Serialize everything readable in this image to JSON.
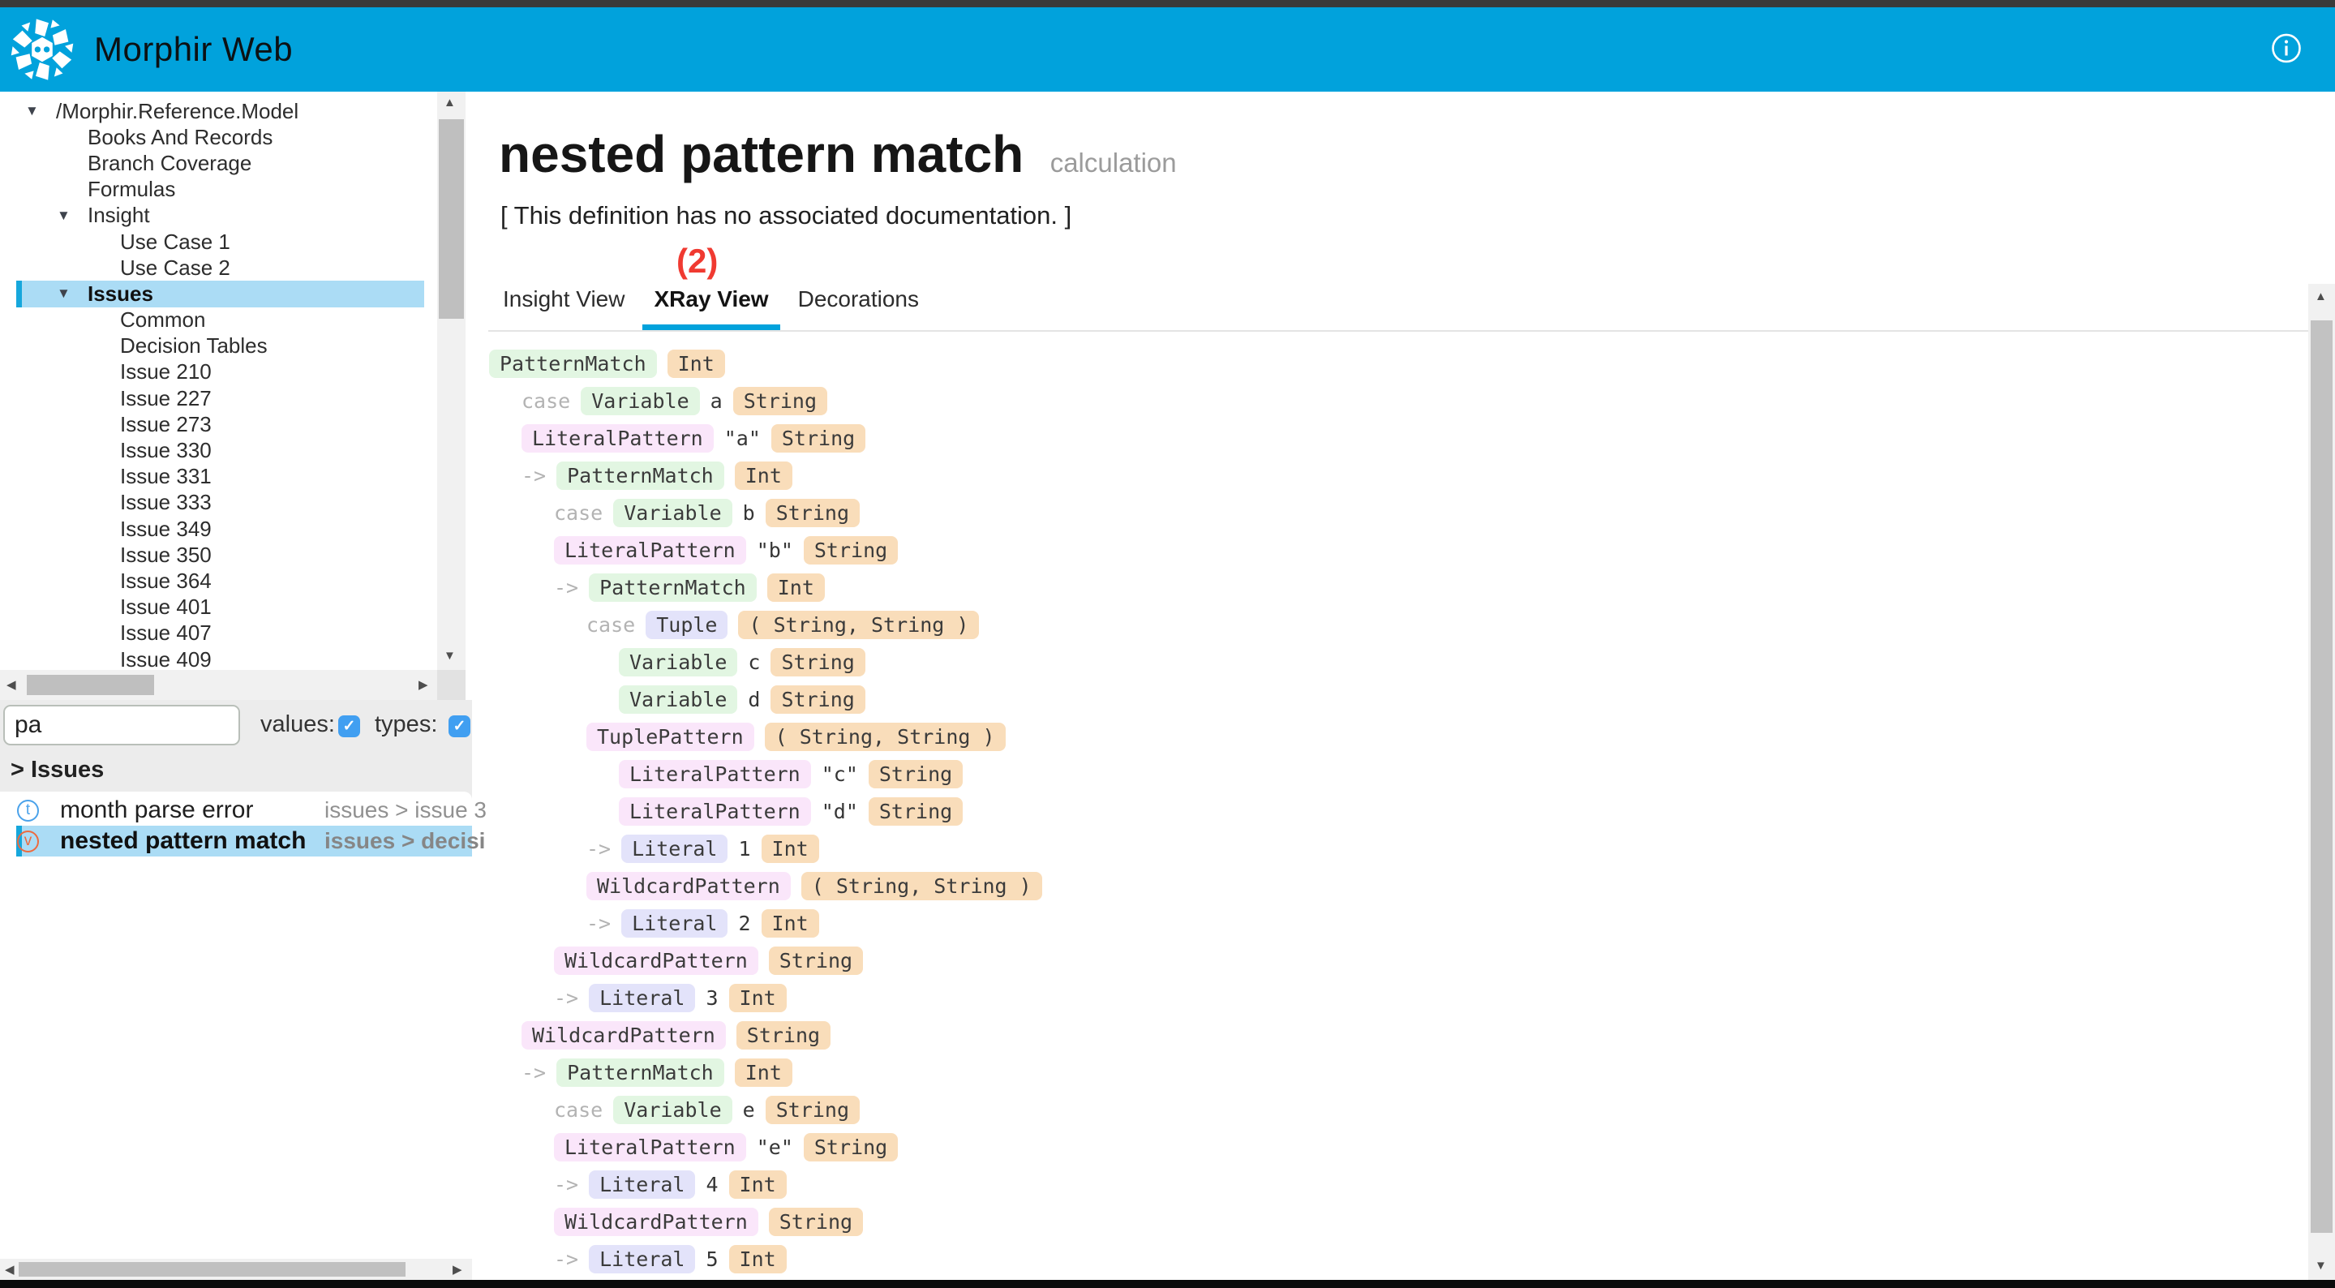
{
  "colors": {
    "header": "#01a2dc",
    "accent_underline": "#01a2dc",
    "selection_bg": "#abdcf5",
    "selection_bar": "#16a7dc",
    "checkbox_blue": "#419ff1",
    "annotation_red": "#f03a31",
    "badge_green": "#e2f6e2",
    "badge_orange": "#f9ddba",
    "badge_pink": "#fae6fa",
    "badge_purple": "#e3e3fa",
    "type_icon_blue": "#4aa2ea",
    "value_icon_orange": "#ee6a3d"
  },
  "icons": {
    "chevron_down": "▼",
    "scroll_up": "▲",
    "scroll_down": "▼",
    "scroll_left": "◀",
    "scroll_right": "▶",
    "check": "✓"
  },
  "header": {
    "app_title": "Morphir Web"
  },
  "sidebar": {
    "tree": [
      {
        "label": "/Morphir.Reference.Model",
        "pad": 31,
        "arrow": true,
        "selected": false,
        "bold": false
      },
      {
        "label": "Books And Records",
        "pad": 108,
        "arrow": false,
        "selected": false,
        "bold": false
      },
      {
        "label": "Branch Coverage",
        "pad": 108,
        "arrow": false,
        "selected": false,
        "bold": false
      },
      {
        "label": "Formulas",
        "pad": 108,
        "arrow": false,
        "selected": false,
        "bold": false
      },
      {
        "label": "Insight",
        "pad": 70,
        "arrow": true,
        "selected": false,
        "bold": false
      },
      {
        "label": "Use Case 1",
        "pad": 148,
        "arrow": false,
        "selected": false,
        "bold": false
      },
      {
        "label": "Use Case 2",
        "pad": 148,
        "arrow": false,
        "selected": false,
        "bold": false
      },
      {
        "label": "Issues",
        "pad": 70,
        "arrow": true,
        "selected": true,
        "bold": true
      },
      {
        "label": "Common",
        "pad": 148,
        "arrow": false,
        "selected": false,
        "bold": false
      },
      {
        "label": "Decision Tables",
        "pad": 148,
        "arrow": false,
        "selected": false,
        "bold": false
      },
      {
        "label": "Issue 210",
        "pad": 148,
        "arrow": false,
        "selected": false,
        "bold": false
      },
      {
        "label": "Issue 227",
        "pad": 148,
        "arrow": false,
        "selected": false,
        "bold": false
      },
      {
        "label": "Issue 273",
        "pad": 148,
        "arrow": false,
        "selected": false,
        "bold": false
      },
      {
        "label": "Issue 330",
        "pad": 148,
        "arrow": false,
        "selected": false,
        "bold": false
      },
      {
        "label": "Issue 331",
        "pad": 148,
        "arrow": false,
        "selected": false,
        "bold": false
      },
      {
        "label": "Issue 333",
        "pad": 148,
        "arrow": false,
        "selected": false,
        "bold": false
      },
      {
        "label": "Issue 349",
        "pad": 148,
        "arrow": false,
        "selected": false,
        "bold": false
      },
      {
        "label": "Issue 350",
        "pad": 148,
        "arrow": false,
        "selected": false,
        "bold": false
      },
      {
        "label": "Issue 364",
        "pad": 148,
        "arrow": false,
        "selected": false,
        "bold": false
      },
      {
        "label": "Issue 401",
        "pad": 148,
        "arrow": false,
        "selected": false,
        "bold": false
      },
      {
        "label": "Issue 407",
        "pad": 148,
        "arrow": false,
        "selected": false,
        "bold": false
      },
      {
        "label": "Issue 409",
        "pad": 148,
        "arrow": false,
        "selected": false,
        "bold": false
      }
    ],
    "search": {
      "value": "pa",
      "values_label": "values:",
      "types_label": "types:",
      "values_checked": true,
      "types_checked": true
    },
    "results_header": "> Issues",
    "results": [
      {
        "kind": "type",
        "icon": "t",
        "label": "month parse error",
        "path": "issues > issue 3",
        "selected": false
      },
      {
        "kind": "value",
        "icon": "v",
        "label": "nested pattern match",
        "path": "issues > decisi",
        "selected": true
      }
    ]
  },
  "main": {
    "title": "nested pattern match",
    "title_kind": "calculation",
    "doc_placeholder": "[ This definition has no associated documentation. ]",
    "annotation": "(2)",
    "tabs": [
      {
        "label": "Insight View",
        "active": false
      },
      {
        "label": "XRay View",
        "active": true
      },
      {
        "label": "Decorations",
        "active": false
      }
    ],
    "xray_lines": [
      {
        "indent": 0,
        "prefix": "",
        "tokens": [
          [
            "g",
            "PatternMatch"
          ],
          [
            "o",
            "Int"
          ]
        ]
      },
      {
        "indent": 1,
        "prefix": "case",
        "tokens": [
          [
            "g",
            "Variable"
          ],
          [
            "x",
            "a"
          ],
          [
            "o",
            "String"
          ]
        ]
      },
      {
        "indent": 1,
        "prefix": "",
        "tokens": [
          [
            "p",
            "LiteralPattern"
          ],
          [
            "x",
            "\"a\""
          ],
          [
            "o",
            "String"
          ]
        ]
      },
      {
        "indent": 1,
        "prefix": "->",
        "tokens": [
          [
            "g",
            "PatternMatch"
          ],
          [
            "o",
            "Int"
          ]
        ]
      },
      {
        "indent": 2,
        "prefix": "case",
        "tokens": [
          [
            "g",
            "Variable"
          ],
          [
            "x",
            "b"
          ],
          [
            "o",
            "String"
          ]
        ]
      },
      {
        "indent": 2,
        "prefix": "",
        "tokens": [
          [
            "p",
            "LiteralPattern"
          ],
          [
            "x",
            "\"b\""
          ],
          [
            "o",
            "String"
          ]
        ]
      },
      {
        "indent": 2,
        "prefix": "->",
        "tokens": [
          [
            "g",
            "PatternMatch"
          ],
          [
            "o",
            "Int"
          ]
        ]
      },
      {
        "indent": 3,
        "prefix": "case",
        "tokens": [
          [
            "u",
            "Tuple"
          ],
          [
            "o",
            "( String, String )"
          ]
        ]
      },
      {
        "indent": 4,
        "prefix": "",
        "tokens": [
          [
            "g",
            "Variable"
          ],
          [
            "x",
            "c"
          ],
          [
            "o",
            "String"
          ]
        ]
      },
      {
        "indent": 4,
        "prefix": "",
        "tokens": [
          [
            "g",
            "Variable"
          ],
          [
            "x",
            "d"
          ],
          [
            "o",
            "String"
          ]
        ]
      },
      {
        "indent": 3,
        "prefix": "",
        "tokens": [
          [
            "p",
            "TuplePattern"
          ],
          [
            "o",
            "( String, String )"
          ]
        ]
      },
      {
        "indent": 4,
        "prefix": "",
        "tokens": [
          [
            "p",
            "LiteralPattern"
          ],
          [
            "x",
            "\"c\""
          ],
          [
            "o",
            "String"
          ]
        ]
      },
      {
        "indent": 4,
        "prefix": "",
        "tokens": [
          [
            "p",
            "LiteralPattern"
          ],
          [
            "x",
            "\"d\""
          ],
          [
            "o",
            "String"
          ]
        ]
      },
      {
        "indent": 3,
        "prefix": "->",
        "tokens": [
          [
            "u",
            "Literal"
          ],
          [
            "x",
            "1"
          ],
          [
            "o",
            "Int"
          ]
        ]
      },
      {
        "indent": 3,
        "prefix": "",
        "tokens": [
          [
            "p",
            "WildcardPattern"
          ],
          [
            "o",
            "( String, String )"
          ]
        ]
      },
      {
        "indent": 3,
        "prefix": "->",
        "tokens": [
          [
            "u",
            "Literal"
          ],
          [
            "x",
            "2"
          ],
          [
            "o",
            "Int"
          ]
        ]
      },
      {
        "indent": 2,
        "prefix": "",
        "tokens": [
          [
            "p",
            "WildcardPattern"
          ],
          [
            "o",
            "String"
          ]
        ]
      },
      {
        "indent": 2,
        "prefix": "->",
        "tokens": [
          [
            "u",
            "Literal"
          ],
          [
            "x",
            "3"
          ],
          [
            "o",
            "Int"
          ]
        ]
      },
      {
        "indent": 1,
        "prefix": "",
        "tokens": [
          [
            "p",
            "WildcardPattern"
          ],
          [
            "o",
            "String"
          ]
        ]
      },
      {
        "indent": 1,
        "prefix": "->",
        "tokens": [
          [
            "g",
            "PatternMatch"
          ],
          [
            "o",
            "Int"
          ]
        ]
      },
      {
        "indent": 2,
        "prefix": "case",
        "tokens": [
          [
            "g",
            "Variable"
          ],
          [
            "x",
            "e"
          ],
          [
            "o",
            "String"
          ]
        ]
      },
      {
        "indent": 2,
        "prefix": "",
        "tokens": [
          [
            "p",
            "LiteralPattern"
          ],
          [
            "x",
            "\"e\""
          ],
          [
            "o",
            "String"
          ]
        ]
      },
      {
        "indent": 2,
        "prefix": "->",
        "tokens": [
          [
            "u",
            "Literal"
          ],
          [
            "x",
            "4"
          ],
          [
            "o",
            "Int"
          ]
        ]
      },
      {
        "indent": 2,
        "prefix": "",
        "tokens": [
          [
            "p",
            "WildcardPattern"
          ],
          [
            "o",
            "String"
          ]
        ]
      },
      {
        "indent": 2,
        "prefix": "->",
        "tokens": [
          [
            "u",
            "Literal"
          ],
          [
            "x",
            "5"
          ],
          [
            "o",
            "Int"
          ]
        ]
      }
    ]
  }
}
